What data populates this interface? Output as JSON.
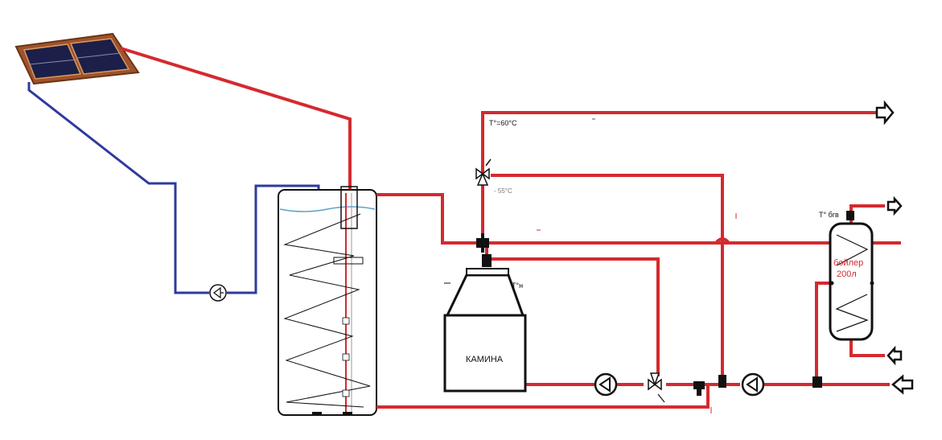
{
  "labels": {
    "t_supply": "T°=60°C",
    "t_boiler_vessel": "T° бгв",
    "t_fireplace": "T°н",
    "fireplace": "КАМИНА",
    "boiler_line1": "бойлер",
    "boiler_line2": "200л",
    "valve_setpoint": "- 55°C"
  },
  "colors": {
    "hot_pipe": "#d42a2f",
    "cold_pipe": "#2e3a9e",
    "outline": "#111111",
    "boiler_text": "#d42a2f",
    "panel_frame": "#a0522d",
    "panel_glass": "#1c1f4a"
  },
  "icons": [
    "solar-collector-icon",
    "pump-icon",
    "three-way-valve-icon",
    "flow-arrow-icon",
    "temperature-sensor-icon"
  ]
}
